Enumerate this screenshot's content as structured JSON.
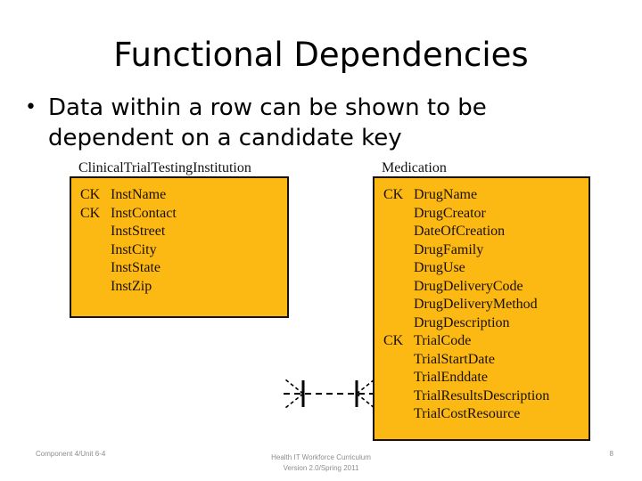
{
  "slide": {
    "title": "Functional Dependencies",
    "page_number": "8"
  },
  "body": {
    "bullets": [
      {
        "marker": "•",
        "text": "Data within a row can be shown to be dependent on a candidate key"
      }
    ]
  },
  "diagram": {
    "type": "entity-relationship",
    "entity_fill_color": "#FCB913",
    "entity_border_color": "#1A1208",
    "entities": [
      {
        "name": "ClinicalTrialTestingInstitution",
        "attributes": [
          {
            "key": "CK",
            "name": "InstName"
          },
          {
            "key": "CK",
            "name": "InstContact"
          },
          {
            "key": "",
            "name": "InstStreet"
          },
          {
            "key": "",
            "name": "InstCity"
          },
          {
            "key": "",
            "name": "InstState"
          },
          {
            "key": "",
            "name": "InstZip"
          }
        ]
      },
      {
        "name": "Medication",
        "attributes": [
          {
            "key": "CK",
            "name": "DrugName"
          },
          {
            "key": "",
            "name": "DrugCreator"
          },
          {
            "key": "",
            "name": "DateOfCreation"
          },
          {
            "key": "",
            "name": "DrugFamily"
          },
          {
            "key": "",
            "name": "DrugUse"
          },
          {
            "key": "",
            "name": "DrugDeliveryCode"
          },
          {
            "key": "",
            "name": "DrugDeliveryMethod"
          },
          {
            "key": "",
            "name": "DrugDescription"
          },
          {
            "key": "CK",
            "name": "TrialCode"
          },
          {
            "key": "",
            "name": "TrialStartDate"
          },
          {
            "key": "",
            "name": "TrialEnddate"
          },
          {
            "key": "",
            "name": "TrialResultsDescription"
          },
          {
            "key": "",
            "name": "TrialCostResource"
          }
        ]
      }
    ],
    "relationship": {
      "line_style": "dashed",
      "left_cardinality": "many-optional-crowsfoot",
      "right_cardinality": "many-optional-crowsfoot"
    }
  },
  "footer": {
    "left": "Component 4/Unit 6-4",
    "center_line1": "Health IT Workforce Curriculum",
    "center_line2": "Version 2.0/Spring 2011"
  }
}
